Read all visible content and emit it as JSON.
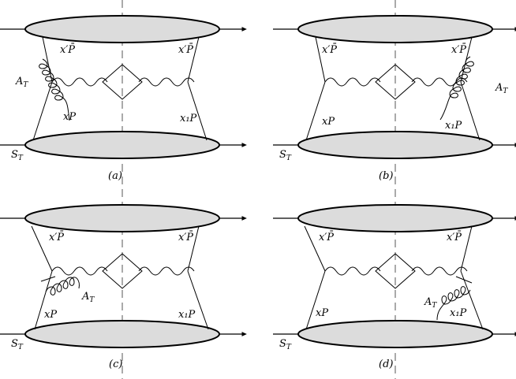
{
  "figure": {
    "panels": [
      {
        "id": "a",
        "caption": "(a)",
        "label_top_left": "x′P̄",
        "label_top_right": "x′P̄",
        "label_bottom_left": "xP",
        "label_bottom_right": "x₁P",
        "gluon_label": "A",
        "gluon_sub": "T",
        "spin_label": "S",
        "spin_sub": "T"
      },
      {
        "id": "b",
        "caption": "(b)",
        "label_top_left": "x′P̄",
        "label_top_right": "x′P̄",
        "label_bottom_left": "xP",
        "label_bottom_right": "x₁P",
        "gluon_label": "A",
        "gluon_sub": "T",
        "spin_label": "S",
        "spin_sub": "T"
      },
      {
        "id": "c",
        "caption": "(c)",
        "label_top_left": "x′P̄",
        "label_top_right": "x′P̄",
        "label_bottom_left": "xP",
        "label_bottom_right": "x₁P",
        "gluon_label": "A",
        "gluon_sub": "T",
        "spin_label": "S",
        "spin_sub": "T"
      },
      {
        "id": "d",
        "caption": "(d)",
        "label_top_left": "x′P̄",
        "label_top_right": "x′P̄",
        "label_bottom_left": "xP",
        "label_bottom_right": "x₁P",
        "gluon_label": "A",
        "gluon_sub": "T",
        "spin_label": "S",
        "spin_sub": "T"
      }
    ],
    "colors": {
      "blob_fill": "#dcdcdc",
      "line": "#000000",
      "cut_line": "#555555"
    }
  }
}
